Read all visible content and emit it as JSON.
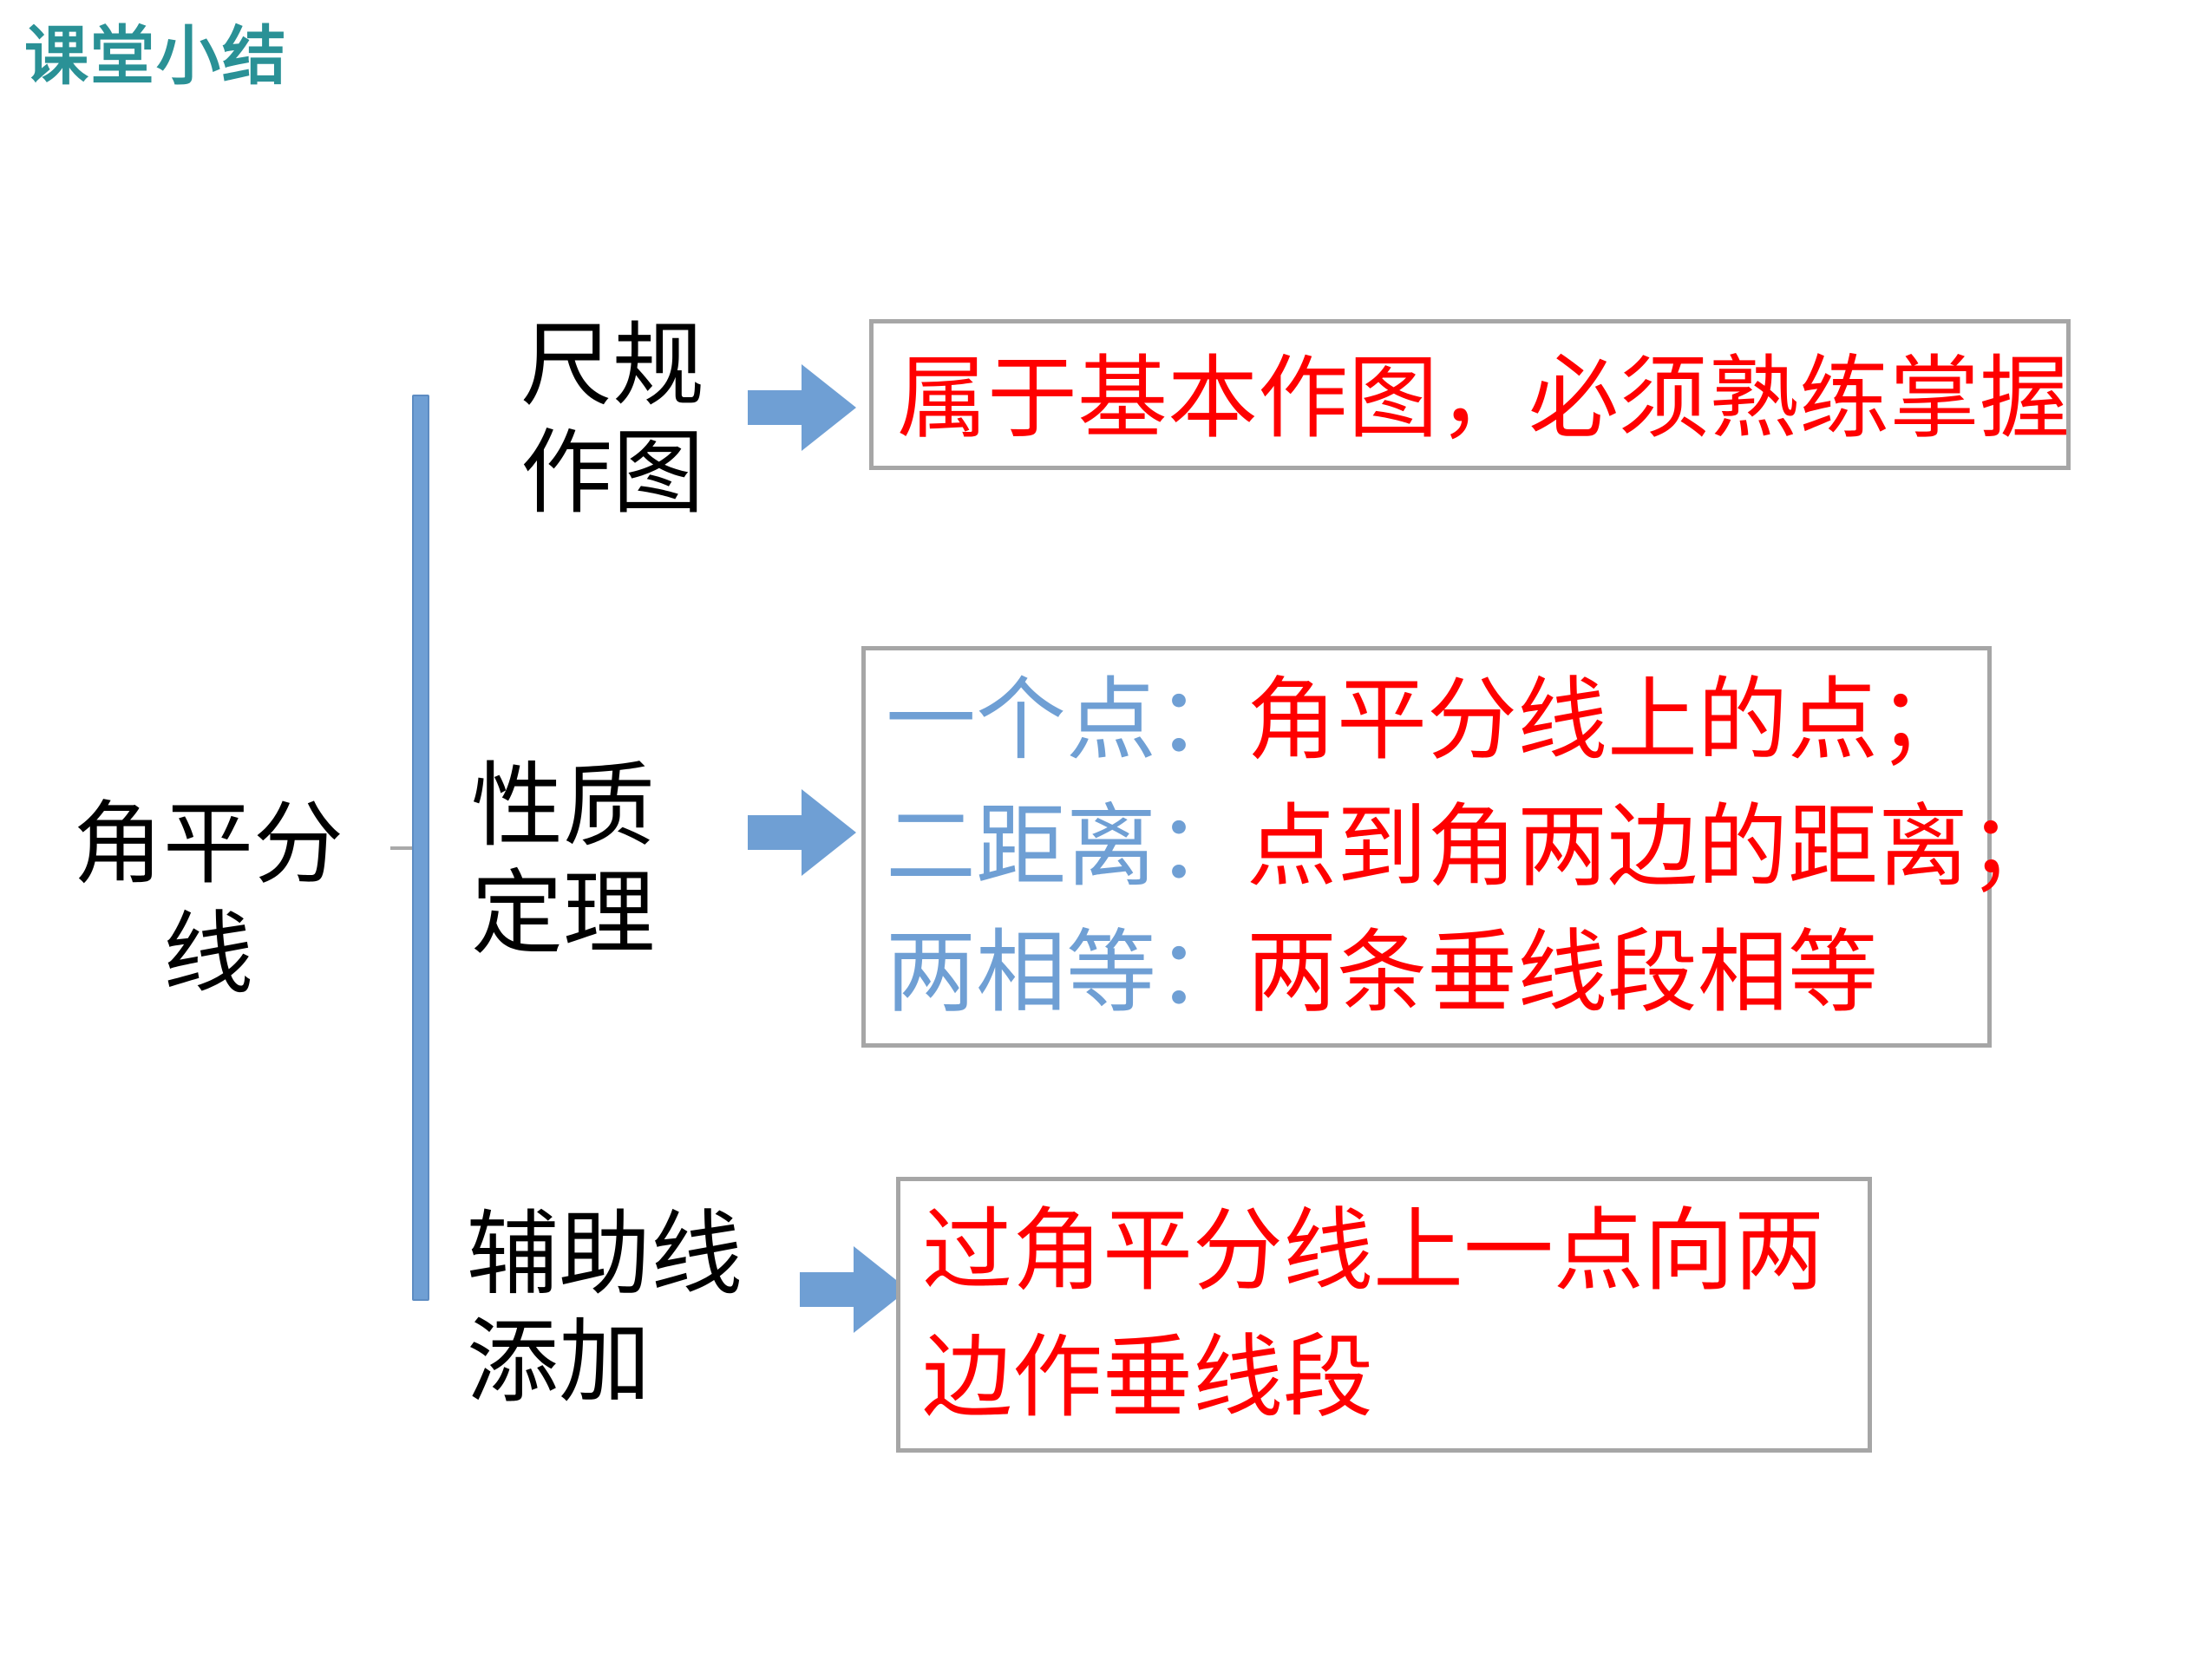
{
  "title": "课堂小结",
  "root": {
    "line1": "角平分",
    "line2": "线"
  },
  "colors": {
    "title": "#2a9196",
    "bracket": "#6f9fd4",
    "arrow": "#6f9fd4",
    "emphasis": "#ff0000",
    "label_blue": "#6f9fd4",
    "box_border": "#a6a6a6"
  },
  "branches": [
    {
      "label_line1": "尺规",
      "label_line2": "作图",
      "content": "属于基本作图，必须熟练掌握"
    },
    {
      "label_line1": "性质",
      "label_line2": "定理",
      "rows": [
        {
          "key": "一个点：",
          "value": "角平分线上的点；"
        },
        {
          "key": "二距离：",
          "value": "点到角两边的距离；"
        },
        {
          "key": "两相等：",
          "value": "两条垂线段相等"
        }
      ]
    },
    {
      "label_line1": "辅助线",
      "label_line2": "添加",
      "content_line1": "过角平分线上一点向两",
      "content_line2": "边作垂线段"
    }
  ]
}
